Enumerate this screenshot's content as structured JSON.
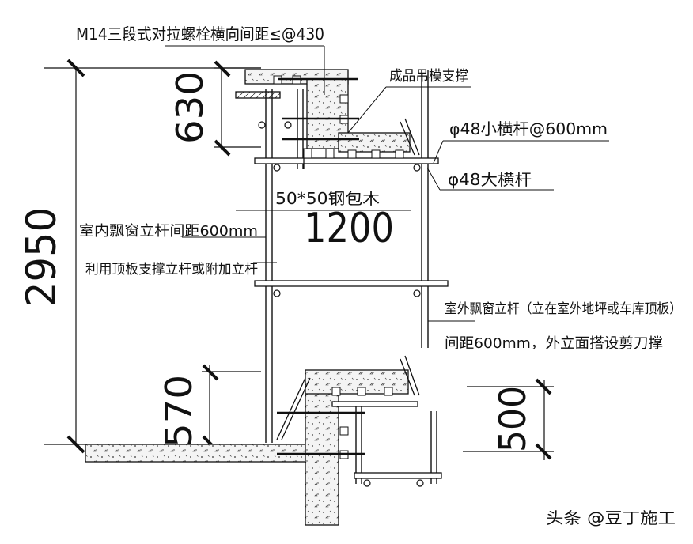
{
  "labels": {
    "bolt_note": "M14三段式对拉螺栓横向间距≤@430",
    "hanging_support": "成品吊模支撑",
    "small_bar": "φ48小横杆@600mm",
    "big_bar": "φ48大横杆",
    "timber": "50*50钢包木",
    "inner_pole": "室内飘窗立杆间距600mm",
    "roof_support": "利用顶板支撑立杆或附加立杆",
    "outer_pole_1": "室外飘窗立杆（立在室外地坪或车库顶板）",
    "outer_pole_2": "间距600mm，外立面搭设剪刀撑",
    "watermark": "头条 @豆丁施工"
  },
  "dimensions": {
    "d630": "630",
    "d1200": "1200",
    "d2950": "2950",
    "d570": "570",
    "d500": "500"
  },
  "colors": {
    "line": "#111111",
    "hatch": "#222222"
  }
}
